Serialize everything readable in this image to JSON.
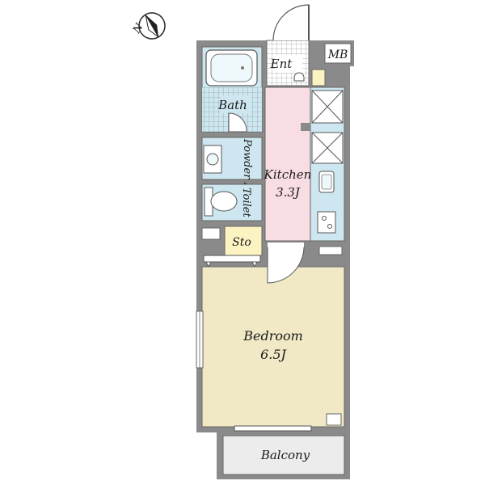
{
  "plan": {
    "compass": {
      "letter": "N",
      "icon": "north-arrow"
    },
    "rooms": {
      "entrance": "Ent",
      "meter_box": "MB",
      "bath": "Bath",
      "powder_room": "Powder Room",
      "toilet": "Toilet",
      "kitchen": {
        "name": "Kitchen",
        "size": "3.3J"
      },
      "storage": "Sto",
      "bedroom": {
        "name": "Bedroom",
        "size": "6.5J"
      },
      "balcony": "Balcony"
    },
    "colors": {
      "wall": "#8a8a8a",
      "wet_area": "#cde6ef",
      "kitchen_floor": "#f8dde3",
      "bedroom_floor": "#f1e8c6",
      "storage_floor": "#fbf4c2",
      "balcony_floor": "#ececec",
      "entrance_tile": "#ffffff",
      "bath_tile": "#cde6ef"
    }
  }
}
